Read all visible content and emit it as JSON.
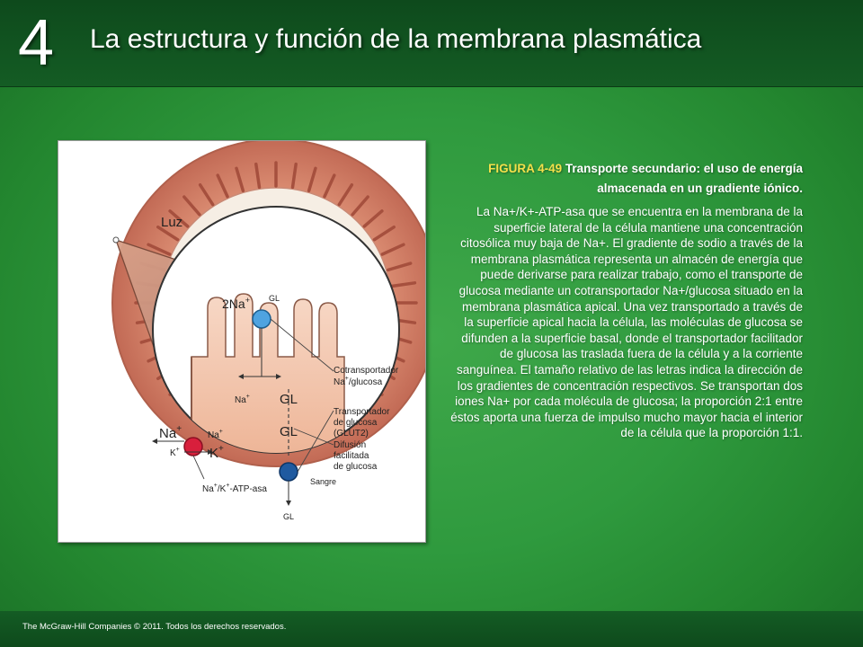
{
  "header": {
    "chapter_number": "4",
    "title": "La estructura y función de la membrana plasmática"
  },
  "figure": {
    "labels": {
      "lumen": "Luz",
      "two_na": "2Na",
      "plus": "+",
      "gl_top": "GL",
      "cotransporter_line1": "Cotransportador",
      "cotransporter_line2_na": "Na",
      "cotransporter_line2_rest": "/glucosa",
      "na_small": "Na",
      "gl_mid": "GL",
      "gl_mid2": "GL",
      "glut_line1": "Transportador",
      "glut_line2": "de glucosa",
      "glut_line3": "(GLUT2)",
      "diff_line1": "Difusión",
      "diff_line2": "facilitada",
      "diff_line3": "de glucosa",
      "na_big": "Na",
      "na_small2": "Na",
      "k_small": "K",
      "k_big": "K",
      "atpase_na": "Na",
      "atpase_sep": "/K",
      "atpase_rest": "-ATP-asa",
      "blood": "Sangre",
      "gl_bottom": "GL"
    },
    "colors": {
      "mucosa": "#cf7e68",
      "cell": "#f1c0a6",
      "cotransporter": "#4fa3e0",
      "glut2": "#1f5aa0",
      "pump": "#d81f3c"
    }
  },
  "caption": {
    "figure_label": "FIGURA 4-49",
    "heading": "Transporte secundario: el uso de energía almacenada en un gradiente iónico.",
    "body": "La Na+/K+-ATP-asa que se encuentra en la membrana de la superficie lateral de la célula mantiene una concentración citosólica muy baja de Na+. El gradiente de sodio a través de la membrana plasmática representa un almacén de energía que puede derivarse para realizar trabajo, como el transporte de glucosa mediante un cotransportador Na+/glucosa situado en la membrana plasmática apical. Una vez transportado a través de la superficie apical hacia la célula, las moléculas de glucosa se difunden a la superficie basal, donde el transportador facilitador de glucosa las traslada fuera de la célula y a la corriente sanguínea. El tamaño relativo de las letras indica la dirección de los gradientes de concentración respectivos. Se transportan dos iones Na+ por cada molécula de glucosa; la proporción 2:1 entre éstos aporta una fuerza de impulso mucho mayor hacia el interior de la célula que la proporción 1:1."
  },
  "footer": {
    "copyright": "The McGraw-Hill Companies © 2011. Todos los derechos reservados."
  }
}
